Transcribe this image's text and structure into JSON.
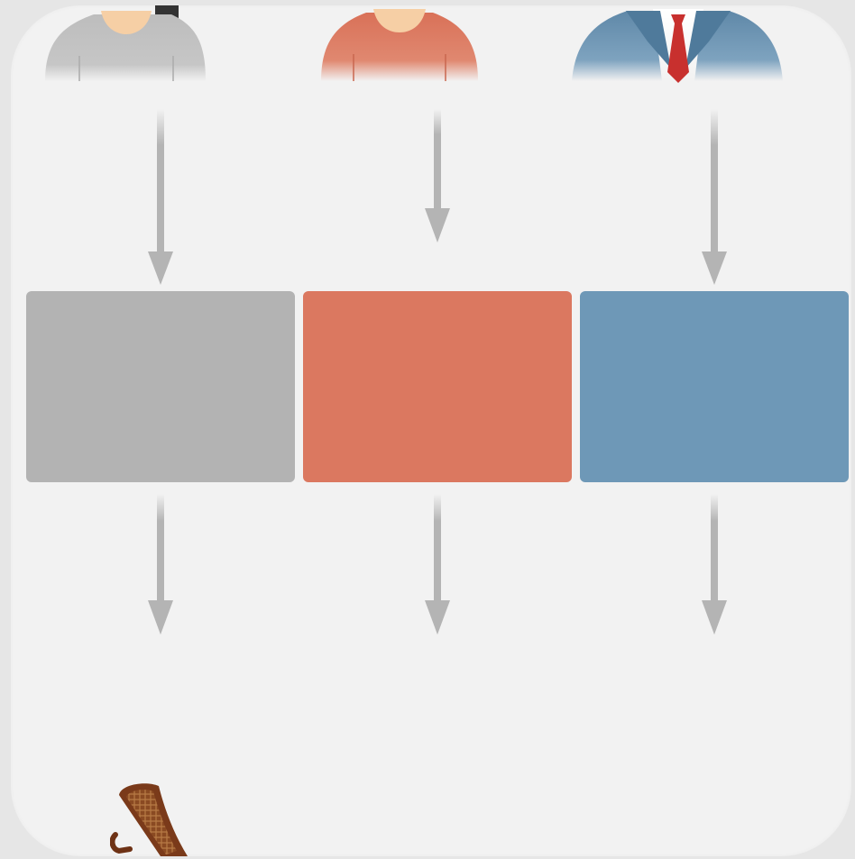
{
  "colors": {
    "background": "#f2f2f2",
    "gray": "#b3b3b3",
    "orange": "#db7860",
    "blue": "#6e98b7",
    "arrow": "#b4b4b4",
    "skin": "#f6cfa5",
    "tie": "#c8302e"
  },
  "figures": [
    {
      "name": "casual-person-icon",
      "color": "gray"
    },
    {
      "name": "orange-person-icon",
      "color": "orange"
    },
    {
      "name": "businessman-icon",
      "color": "blue"
    }
  ],
  "boxes": [
    {
      "color": "gray",
      "label": ""
    },
    {
      "color": "orange",
      "label": ""
    },
    {
      "color": "blue",
      "label": ""
    }
  ],
  "decor": {
    "chair": "rattan-chair-icon"
  }
}
